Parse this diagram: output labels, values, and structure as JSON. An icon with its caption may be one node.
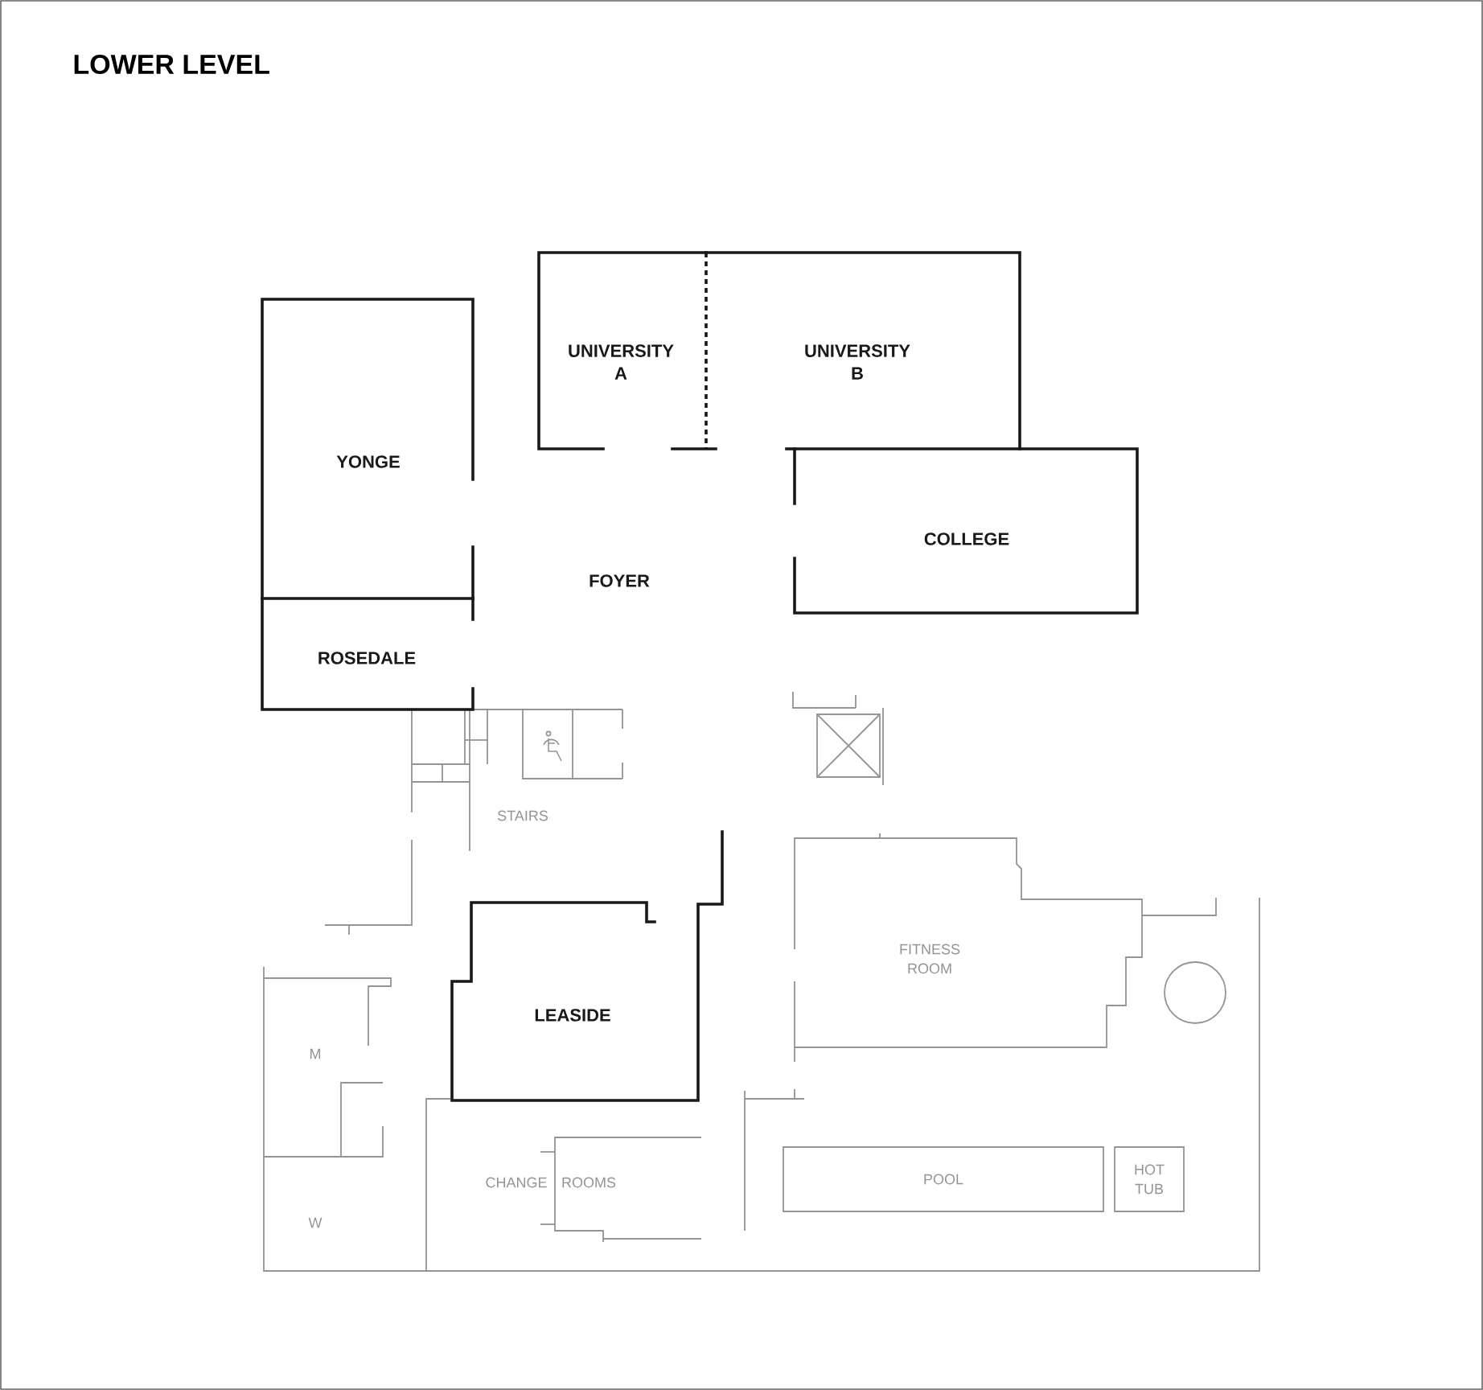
{
  "diagram": {
    "title": "LOWER LEVEL",
    "nodes": [
      {
        "text": [
          "UNIVERSITY A"
        ]
      },
      {
        "text": [
          "UNIVERSITY B"
        ]
      },
      {
        "text": [
          "YONGE"
        ]
      },
      {
        "text": [
          "COLLEGE"
        ]
      },
      {
        "text": [
          "ROSEDALE"
        ]
      },
      {
        "text": [
          "LEASIDE"
        ]
      },
      {
        "text": [
          "FITNESS ROOM"
        ]
      },
      {
        "text": [
          "POOL"
        ]
      },
      {
        "text": [
          "HOT TUB"
        ]
      }
    ],
    "labels": [
      "FOYER",
      "STAIRS",
      "M",
      "CHANGE",
      "ROOMS",
      "W"
    ]
  }
}
